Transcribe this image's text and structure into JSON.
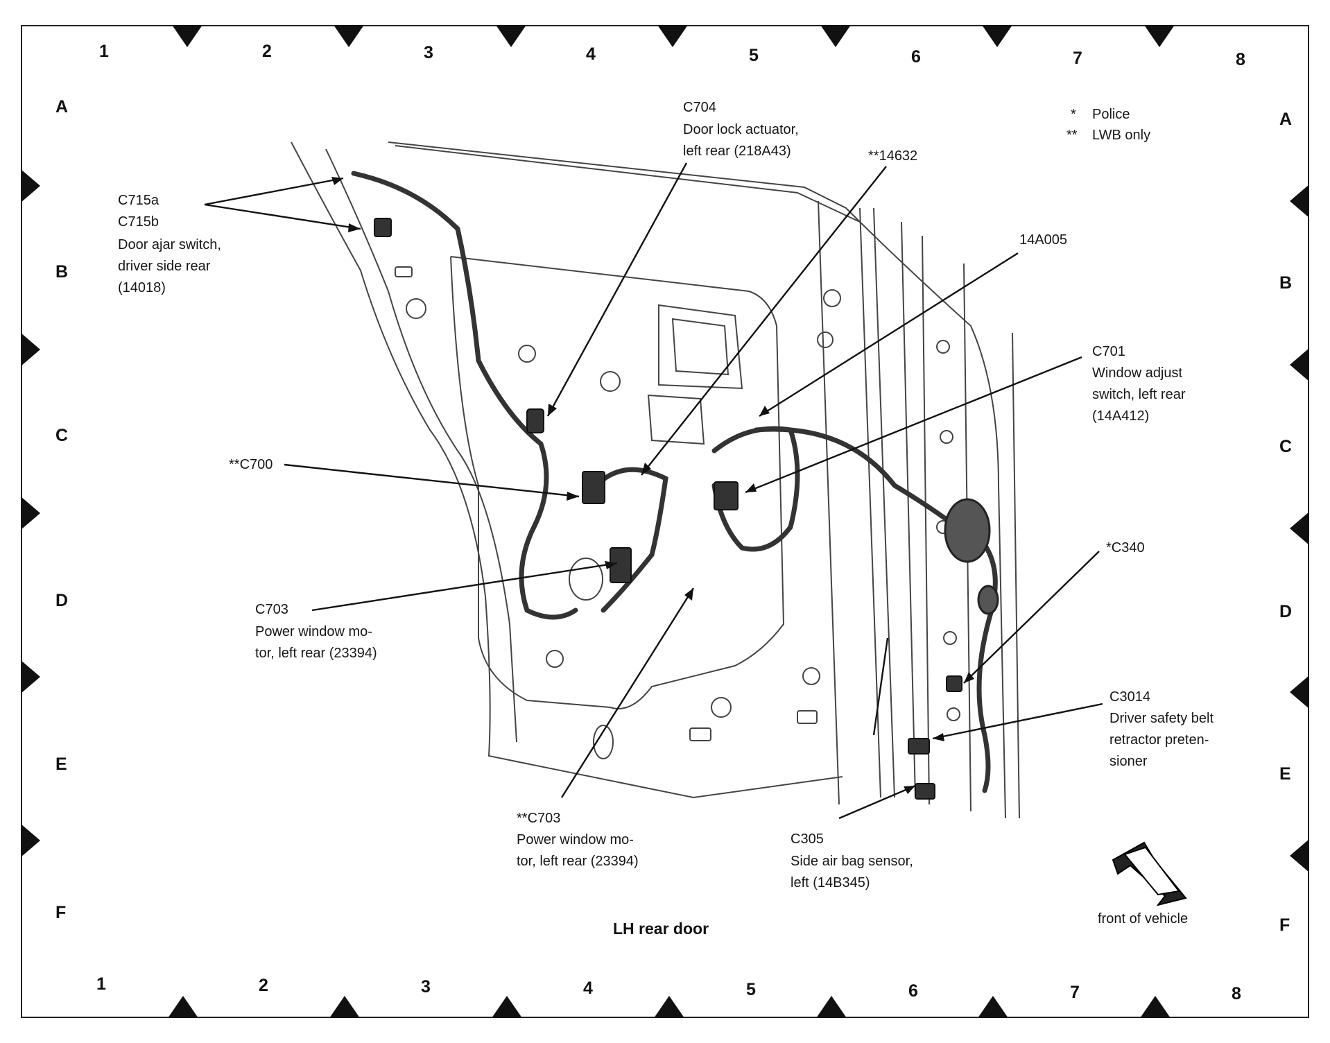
{
  "grid": {
    "columns": [
      "1",
      "2",
      "3",
      "4",
      "5",
      "6",
      "7",
      "8"
    ],
    "rows": [
      "A",
      "B",
      "C",
      "D",
      "E",
      "F"
    ]
  },
  "legend": {
    "police_mark": "*",
    "police_label": "Police",
    "lwb_mark": "**",
    "lwb_label": "LWB only"
  },
  "callouts": {
    "c715": [
      "C715a",
      "C715b",
      "Door ajar switch,",
      "driver side rear",
      "(14018)"
    ],
    "c704": [
      "C704",
      "Door lock actuator,",
      "left rear (218A43)"
    ],
    "p14632": [
      "**14632"
    ],
    "p14a005": [
      "14A005"
    ],
    "c701": [
      "C701",
      "Window adjust",
      "switch, left rear",
      "(14A412)"
    ],
    "c700": [
      "**C700"
    ],
    "c703": [
      "C703",
      "Power window mo-",
      "tor, left rear (23394)"
    ],
    "c340": [
      "*C340"
    ],
    "c3014": [
      "C3014",
      "Driver safety belt",
      "retractor preten-",
      "sioner"
    ],
    "c703lwb": [
      "**C703",
      "Power window mo-",
      "tor, left rear (23394)"
    ],
    "c305": [
      "C305",
      "Side air bag sensor,",
      "left (14B345)"
    ]
  },
  "title": "LH rear door",
  "direction_label": "front of vehicle",
  "colors": {
    "ink": "#111111",
    "paper": "#ffffff",
    "line": "#333333"
  }
}
